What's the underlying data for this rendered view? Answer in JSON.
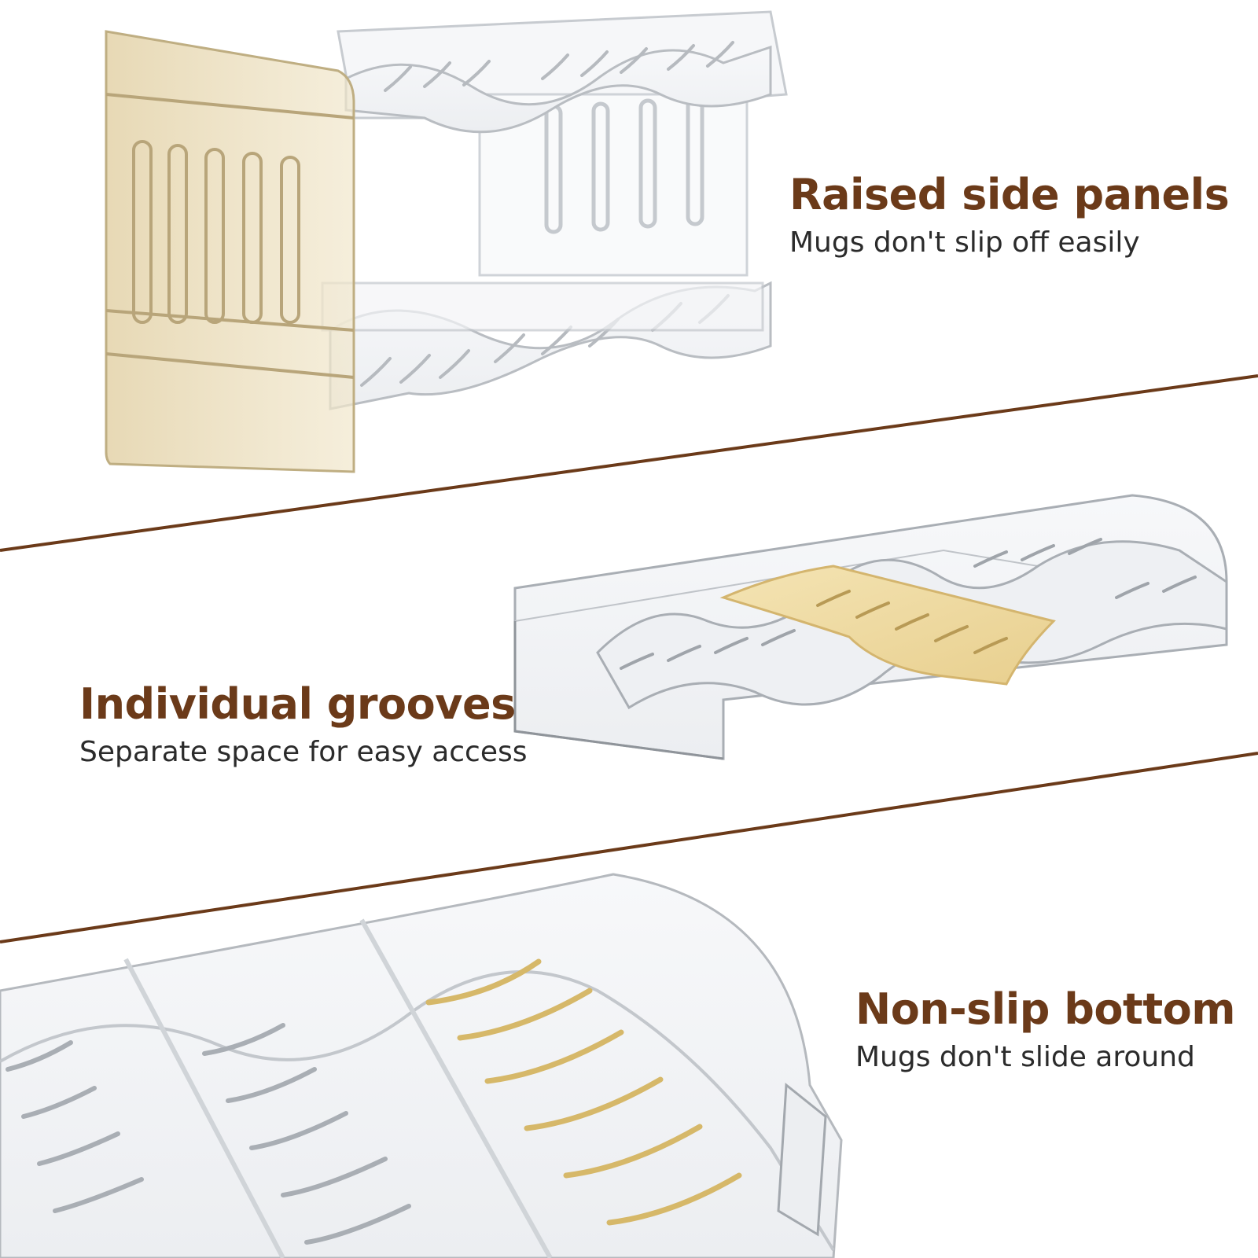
{
  "colors": {
    "accent_brown": "#6b3a19",
    "divider_brown": "#6b3a19",
    "gold_tint": "#e9d39a",
    "clear_edge": "#bfc3c8",
    "subtitle_text": "#2b2b2b"
  },
  "features": [
    {
      "title": "Raised side panels",
      "subtitle": "Mugs don't slip off easily"
    },
    {
      "title": "Individual grooves",
      "subtitle": "Separate space for easy access"
    },
    {
      "title": "Non-slip bottom",
      "subtitle": "Mugs don't slide around"
    }
  ]
}
